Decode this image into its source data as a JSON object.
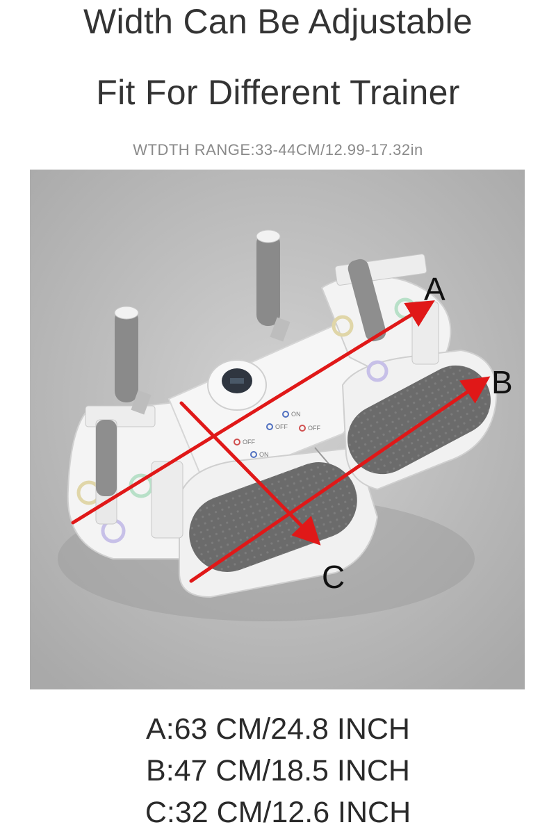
{
  "header": {
    "title_line1": "Width Can Be Adjustable",
    "title_line2": "Fit For Different Trainer",
    "range": "WTDTH RANGE:33-44CM/12.99-17.32in"
  },
  "photo": {
    "subject": "push-up board with handles, display, and textured foot pads",
    "labels": {
      "a": "A",
      "b": "B",
      "c": "C"
    },
    "panel_text": [
      "OFF",
      "ON",
      "OFF",
      "ON",
      "OFF"
    ],
    "colors": {
      "background": "#b8b8b8",
      "board": "#f2f2f2",
      "pad": "#6b6b6b",
      "handle": "#8e8e8e",
      "arrow": "#e01818"
    }
  },
  "specs": {
    "a": "A:63 CM/24.8 INCH",
    "b": "B:47 CM/18.5 INCH",
    "c": "C:32 CM/12.6 INCH"
  }
}
